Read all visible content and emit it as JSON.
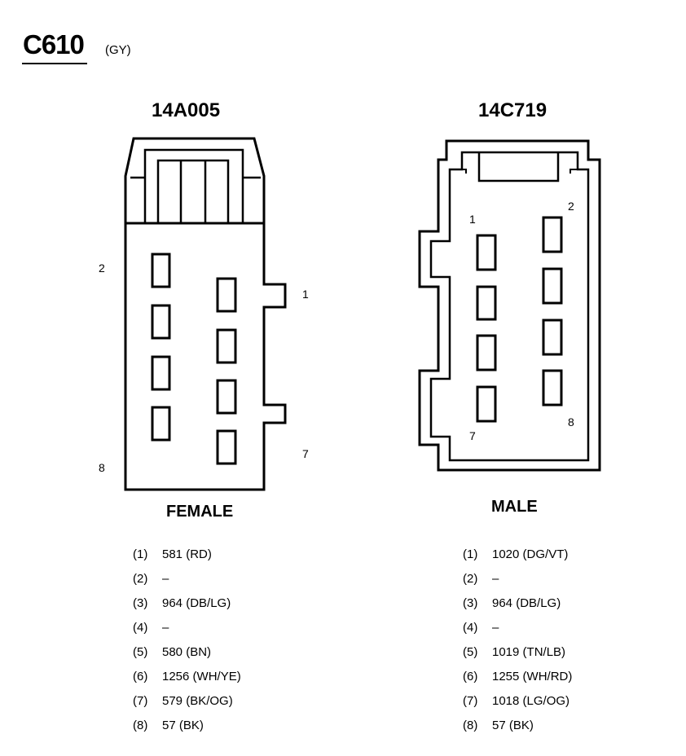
{
  "connector": {
    "id": "C610",
    "color_code": "(GY)"
  },
  "left": {
    "part_number": "14A005",
    "gender": "FEMALE",
    "pin_labels": {
      "p1": "1",
      "p2": "2",
      "p7": "7",
      "p8": "8"
    },
    "pins": [
      {
        "num": "(1)",
        "value": "581 (RD)"
      },
      {
        "num": "(2)",
        "value": "–"
      },
      {
        "num": "(3)",
        "value": "964 (DB/LG)"
      },
      {
        "num": "(4)",
        "value": "–"
      },
      {
        "num": "(5)",
        "value": "580 (BN)"
      },
      {
        "num": "(6)",
        "value": "1256 (WH/YE)"
      },
      {
        "num": "(7)",
        "value": "579 (BK/OG)"
      },
      {
        "num": "(8)",
        "value": "57 (BK)"
      }
    ]
  },
  "right": {
    "part_number": "14C719",
    "gender": "MALE",
    "pin_labels": {
      "p1": "1",
      "p2": "2",
      "p7": "7",
      "p8": "8"
    },
    "pins": [
      {
        "num": "(1)",
        "value": "1020 (DG/VT)"
      },
      {
        "num": "(2)",
        "value": "–"
      },
      {
        "num": "(3)",
        "value": "964 (DB/LG)"
      },
      {
        "num": "(4)",
        "value": "–"
      },
      {
        "num": "(5)",
        "value": "1019 (TN/LB)"
      },
      {
        "num": "(6)",
        "value": "1255 (WH/RD)"
      },
      {
        "num": "(7)",
        "value": "1018 (LG/OG)"
      },
      {
        "num": "(8)",
        "value": "57 (BK)"
      }
    ]
  }
}
